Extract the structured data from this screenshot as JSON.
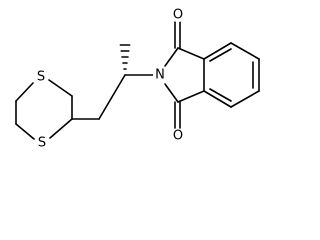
{
  "molecule": {
    "atoms": {
      "o_top": "O",
      "o_bottom": "O",
      "n": "N",
      "s_top": "S",
      "s_bottom": "S"
    },
    "colors": {
      "bond": "#000000",
      "label": "#000000",
      "background": "#ffffff"
    }
  }
}
